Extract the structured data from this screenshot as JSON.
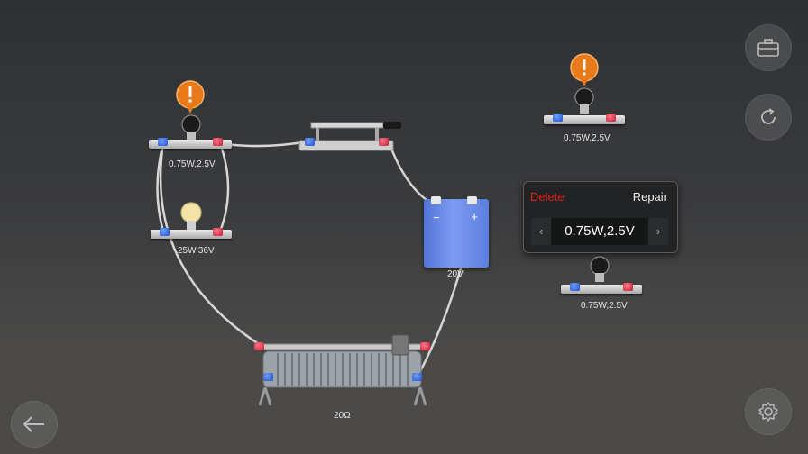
{
  "toolbar": {
    "toolbox_icon": "toolbox-icon",
    "refresh_icon": "refresh-icon",
    "settings_icon": "gear-icon",
    "back_icon": "back-arrow-icon"
  },
  "components": {
    "bulb_top_left": {
      "label": "0.75W,2.5V",
      "warning": "!"
    },
    "bulb_mid_left": {
      "label": "25W,36V"
    },
    "bulb_top_right": {
      "label": "0.75W,2.5V",
      "warning": "!"
    },
    "bulb_selected": {
      "label": "0.75W,2.5V"
    },
    "battery": {
      "label": "20V",
      "minus": "−",
      "plus": "+"
    },
    "rheostat": {
      "label": "20Ω"
    }
  },
  "popup": {
    "delete_label": "Delete",
    "repair_label": "Repair",
    "value": "0.75W,2.5V",
    "prev_arrow": "‹",
    "next_arrow": "›"
  },
  "colors": {
    "delete": "#e0221a",
    "warning": "#e87a1a",
    "terminal_red": "#d0202f",
    "terminal_blue": "#2c5ce0",
    "battery": "#6b8ae6"
  }
}
